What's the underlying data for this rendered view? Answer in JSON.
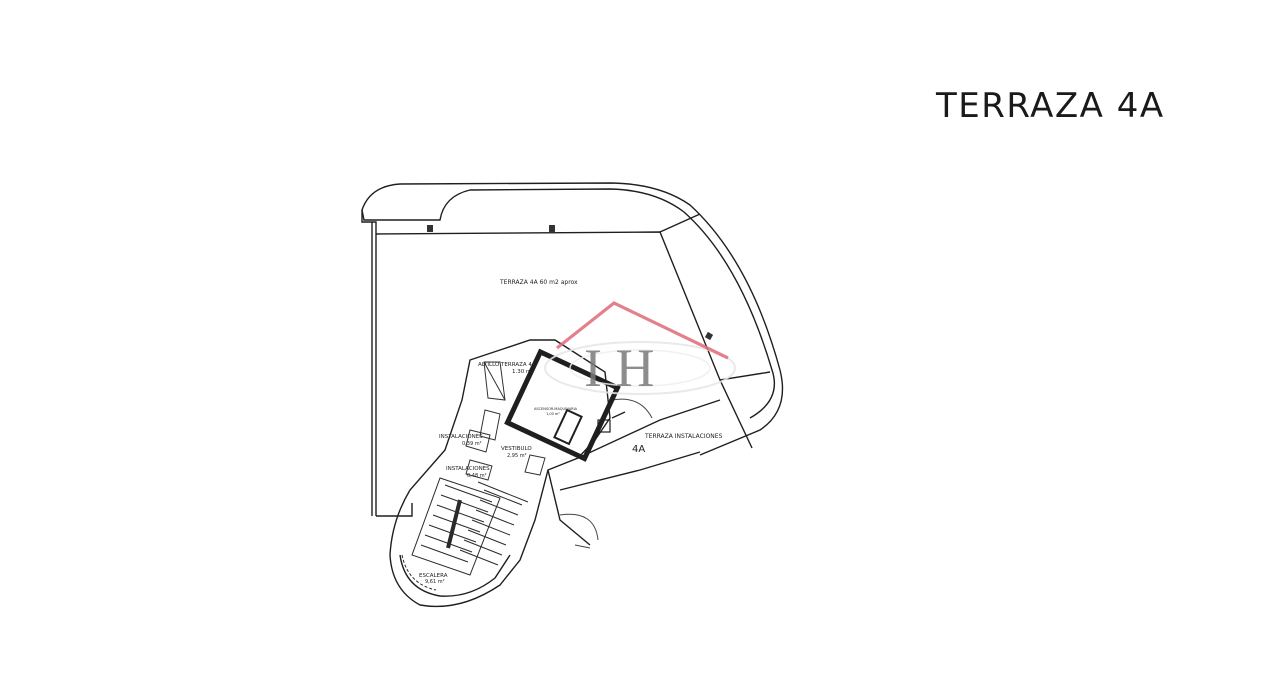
{
  "page_title": "TERRAZA 4A",
  "rooms": {
    "terraza": "TERRAZA 4A 60 m2 aprox",
    "altillo_name": "ALTILLO TERRAZA 4A",
    "altillo_area": "1.30 m²",
    "ascensor": "ASCENSOR-MAQUINARIA",
    "ascensor_sub": "1,00 m²",
    "instalaciones1_name": "INSTALACIONES",
    "instalaciones1_area": "0,39 m²",
    "vestibulo_name": "VESTIBULO",
    "vestibulo_area": "2,95 m²",
    "instalaciones2_name": "INSTALACIONES",
    "instalaciones2_area": "0,48 m²",
    "escalera_name": "ESCALERA",
    "escalera_area": "9,61 m²",
    "terraza_instalaciones": "TERRAZA INSTALACIONES",
    "unit_tag": "4A"
  },
  "watermark": {
    "letters": "I H",
    "roof_color": "#e06a78",
    "letter_color": "#7a7a7a"
  },
  "colors": {
    "line": "#1f1f1f",
    "fine": "#555555"
  }
}
